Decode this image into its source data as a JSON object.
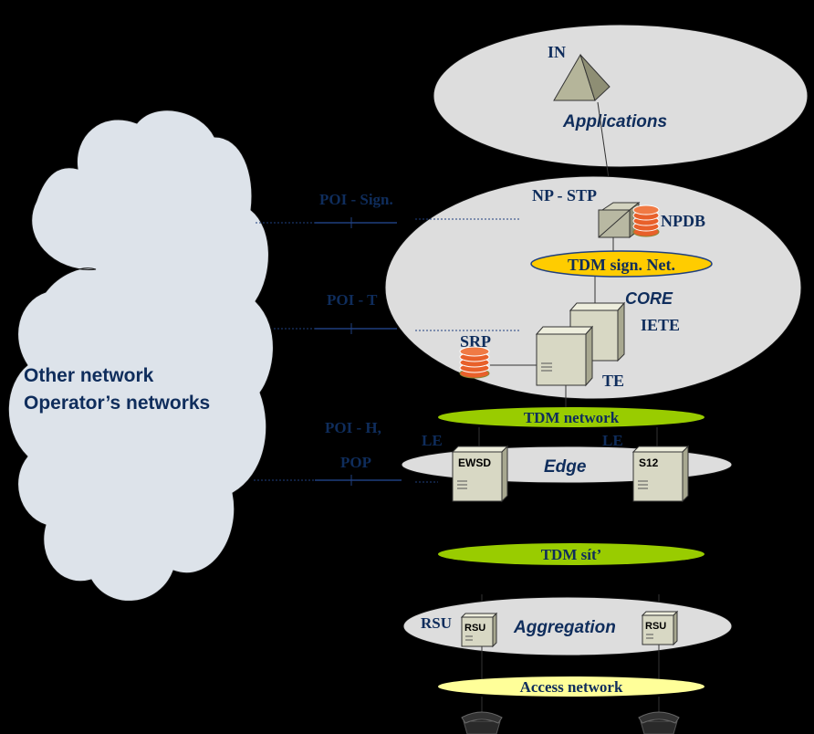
{
  "cloud": {
    "line1": "Other network",
    "line2": "Operator’s networks"
  },
  "applications": {
    "in_label": "IN",
    "title": "Applications"
  },
  "core": {
    "np_stp": "NP - STP",
    "npdb": "NPDB",
    "tdm_sign_net": "TDM sign. Net.",
    "title": "CORE",
    "iete": "IETE",
    "srp": "SRP",
    "te": "TE"
  },
  "poi": {
    "sign": "POI - Sign.",
    "t": "POI - T",
    "h": "POI - H,",
    "pop": "POP"
  },
  "tdm_network": "TDM network",
  "edge": {
    "title": "Edge",
    "le_left": "LE",
    "le_right": "LE",
    "ewsd": "EWSD",
    "s12": "S12"
  },
  "tdm_sit": "TDM sít’",
  "aggregation": {
    "title": "Aggregation",
    "rsu_label": "RSU",
    "rsu_box_left": "RSU",
    "rsu_box_right": "RSU"
  },
  "access_network": "Access network",
  "colors": {
    "background": "#000000",
    "ellipse_fill": "#DDDDDD",
    "green_band": "#99CC00",
    "yellow_band": "#FFFF99",
    "sign_band": "#FFCC00",
    "label_blue": "#0F2D5C"
  }
}
